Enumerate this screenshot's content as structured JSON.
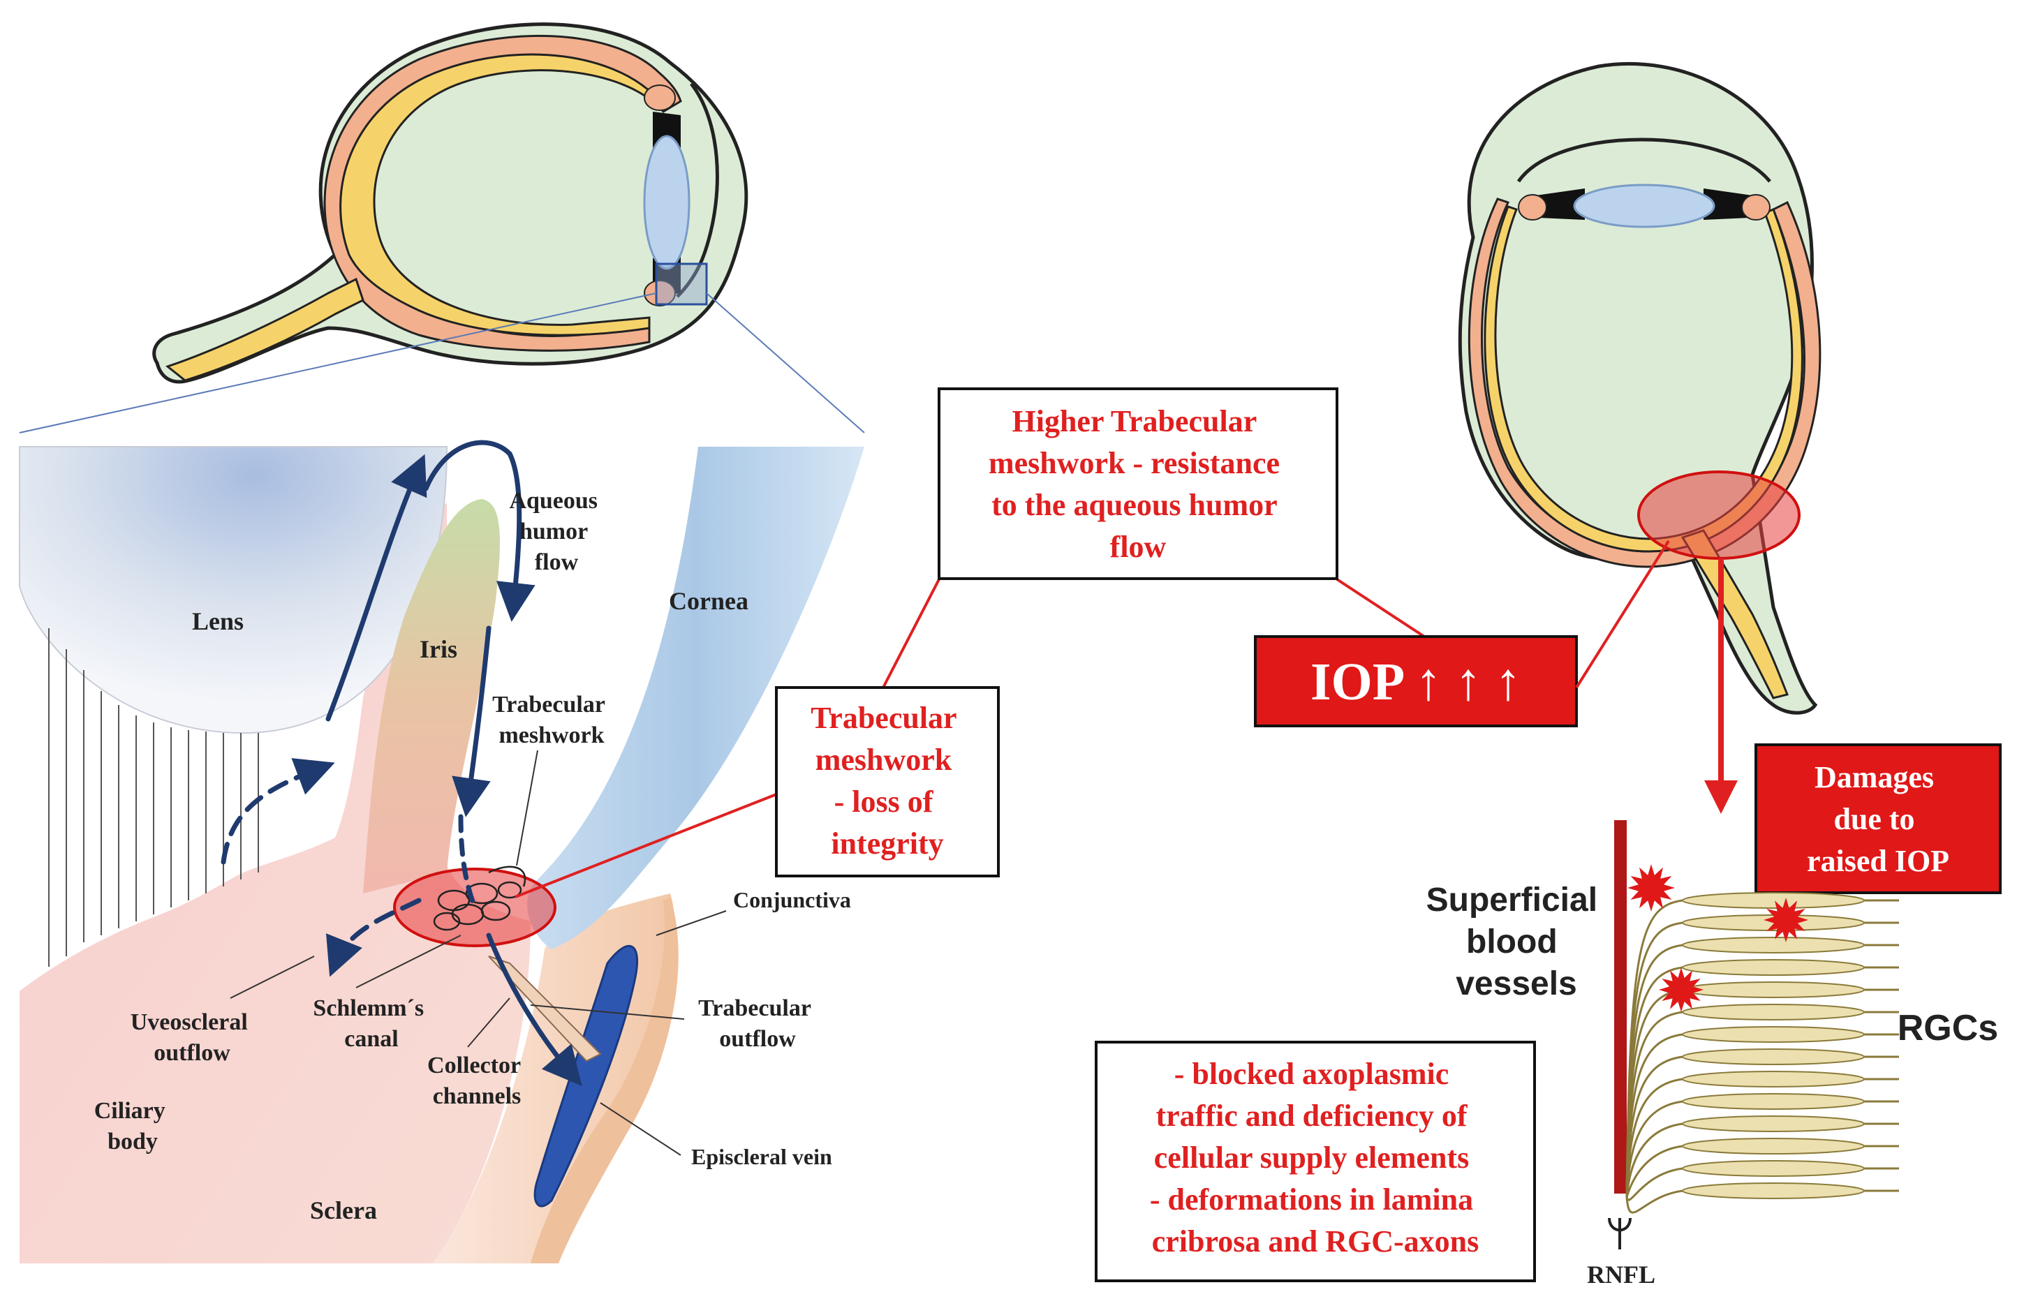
{
  "labels": {
    "aqueous": [
      "Aqueous",
      "humor",
      "flow"
    ],
    "lens": "Lens",
    "iris": "Iris",
    "cornea": "Cornea",
    "trab_meshwork": [
      "Trabecular",
      "meshwork"
    ],
    "conjunctiva": "Conjunctiva",
    "uveoscleral": [
      "Uveoscleral",
      "outflow"
    ],
    "schlemm": [
      "Schlemm´s",
      "canal"
    ],
    "collector": [
      "Collector",
      "channels"
    ],
    "trab_outflow": [
      "Trabecular",
      "outflow"
    ],
    "ciliary": [
      "Ciliary",
      "body"
    ],
    "episcleral": "Episcleral vein",
    "sclera": "Sclera",
    "superficial": [
      "Superficial",
      "blood",
      "vessels"
    ],
    "rgcs": "RGCs",
    "rnfl": "RNFL"
  },
  "boxes": {
    "higher_resistance": [
      "Higher Trabecular",
      "meshwork - resistance",
      "to the aqueous humor",
      "flow"
    ],
    "loss_integrity": [
      "Trabecular",
      "meshwork",
      "- loss of",
      "integrity"
    ],
    "iop": "IOP ↑ ↑ ↑",
    "damages": [
      "Damages",
      "due to",
      "raised IOP"
    ],
    "consequences": [
      "- blocked axoplasmic",
      "traffic and deficiency of",
      "cellular supply elements",
      "- deformations in lamina",
      "cribrosa and RGC-axons"
    ]
  },
  "colors": {
    "accent_red": "#e02020",
    "box_red": "#e01818",
    "arrow_navy": "#1f3a6e",
    "vitreous": "#dcebd6",
    "retina_yellow": "#f6d36a",
    "choroid_salmon": "#f2b08e",
    "vessel_red": "#b01818",
    "axon_cream": "#ece0b0"
  }
}
